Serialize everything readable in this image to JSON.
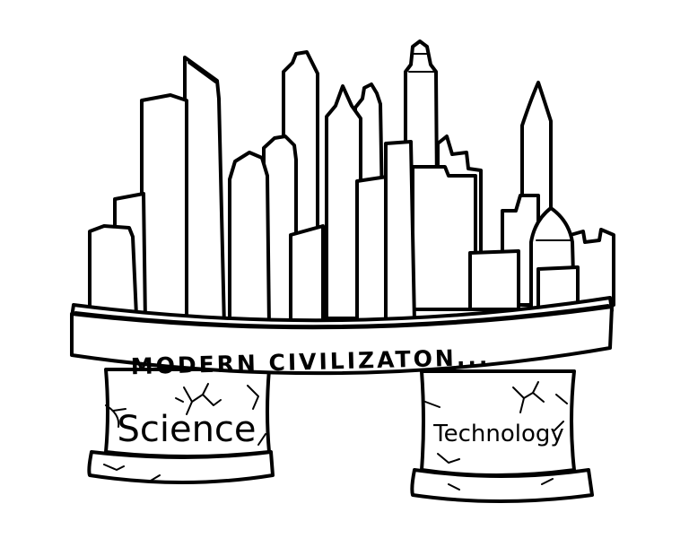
{
  "banner": {
    "text": "MODERN CIVILIZATON..."
  },
  "pillars": [
    {
      "label": "Science"
    },
    {
      "label": "Technology"
    }
  ],
  "colors": {
    "ink": "#000000",
    "paper": "#ffffff"
  }
}
